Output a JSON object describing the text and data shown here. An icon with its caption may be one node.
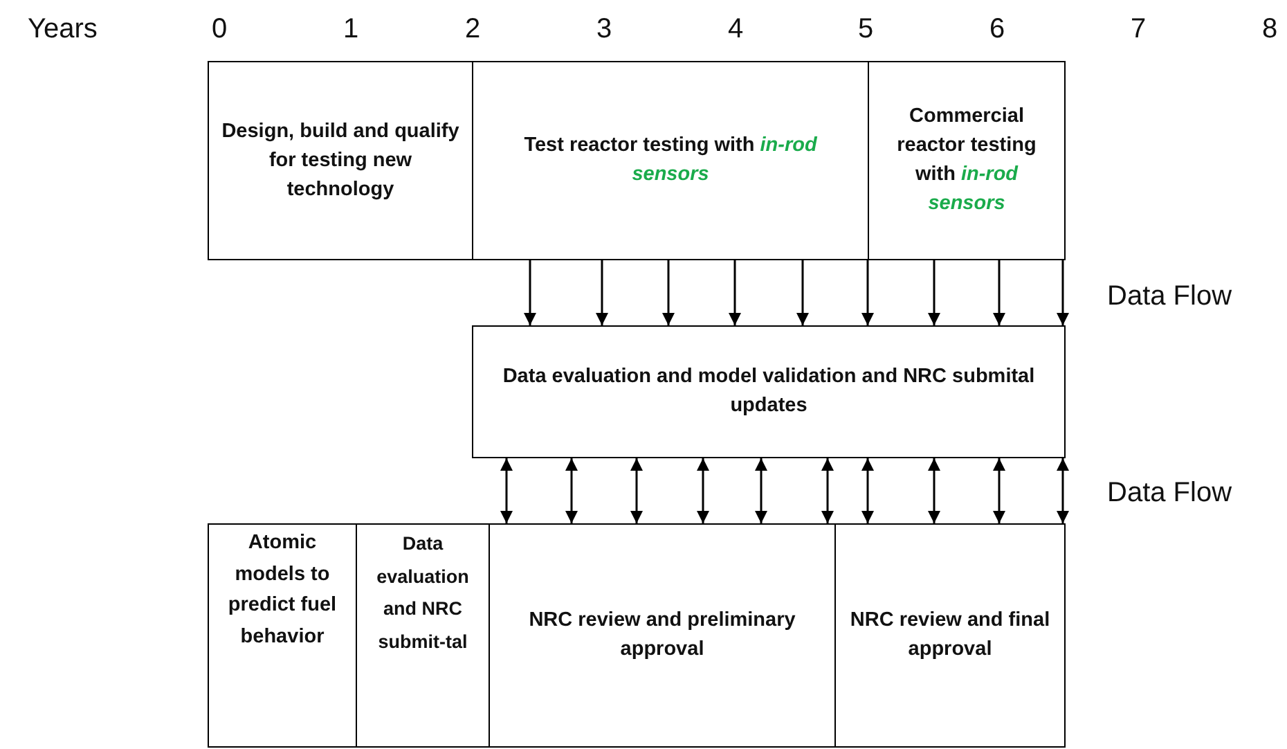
{
  "diagram": {
    "nodes": [
      {
        "text": [
          "Design, build and qualify for testing new technology"
        ]
      },
      {
        "text": [
          "Test reactor testing with *in-rod sensors*"
        ]
      },
      {
        "text": [
          "Commercial reactor testing with *in-rod sensors*"
        ]
      },
      {
        "text": [
          "Data evaluation and model validation and NRC submital updates"
        ]
      },
      {
        "text": [
          "Atomic models to predict fuel behavior"
        ]
      },
      {
        "text": [
          "Data evaluation and NRC submit-tal"
        ]
      },
      {
        "text": [
          "NRC review and preliminary approval"
        ]
      },
      {
        "text": [
          "NRC review and final approval"
        ]
      }
    ],
    "edges": [
      {
        "from": 1,
        "to": 3,
        "arrow": "to"
      },
      {
        "from": 1,
        "to": 3,
        "arrow": "to"
      },
      {
        "from": 1,
        "to": 3,
        "arrow": "to"
      },
      {
        "from": 1,
        "to": 3,
        "arrow": "to"
      },
      {
        "from": 1,
        "to": 3,
        "arrow": "to"
      },
      {
        "from": 2,
        "to": 3,
        "arrow": "to"
      },
      {
        "from": 2,
        "to": 3,
        "arrow": "to"
      },
      {
        "from": 2,
        "to": 3,
        "arrow": "to"
      },
      {
        "from": 2,
        "to": 3,
        "arrow": "to"
      },
      {
        "from": 3,
        "to": 6,
        "arrow": "both"
      },
      {
        "from": 3,
        "to": 6,
        "arrow": "both"
      },
      {
        "from": 3,
        "to": 6,
        "arrow": "both"
      },
      {
        "from": 3,
        "to": 6,
        "arrow": "both"
      },
      {
        "from": 3,
        "to": 6,
        "arrow": "both"
      },
      {
        "from": 3,
        "to": 6,
        "arrow": "both"
      },
      {
        "from": 3,
        "to": 7,
        "arrow": "both"
      },
      {
        "from": 3,
        "to": 7,
        "arrow": "both"
      },
      {
        "from": 3,
        "to": 7,
        "arrow": "both"
      },
      {
        "from": 3,
        "to": 7,
        "arrow": "both"
      }
    ],
    "labels": [
      "Years",
      "0",
      "1",
      "2",
      "3",
      "4",
      "5",
      "6",
      "7",
      "8",
      "Data Flow",
      "Data Flow"
    ]
  }
}
